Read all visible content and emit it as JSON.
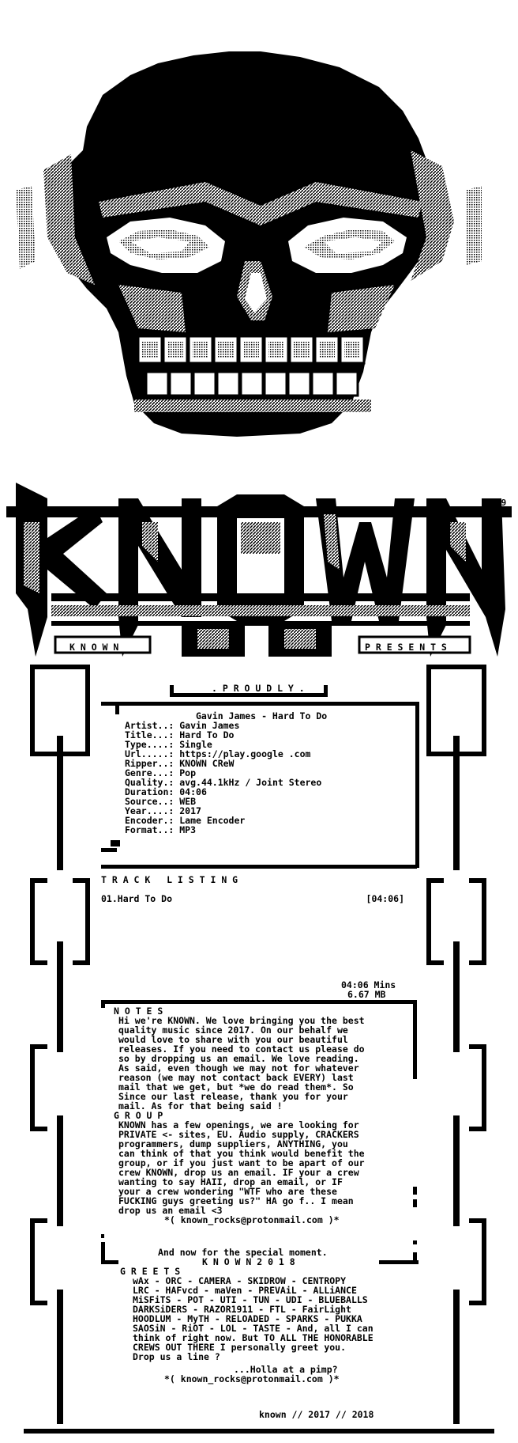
{
  "corner_number": "19",
  "logo": {
    "left_label": "K N O W N",
    "right_label": "P R E S E N T S"
  },
  "proudly": ". P R O U D L Y .",
  "release": {
    "heading": "Gavin James - Hard To Do",
    "fields": [
      {
        "k": "Artist..:",
        "v": "Gavin James"
      },
      {
        "k": "Title...:",
        "v": "Hard To Do"
      },
      {
        "k": "Type....:",
        "v": "Single"
      },
      {
        "k": "Url.....:",
        "v": "https://play.google .com"
      },
      {
        "k": "Ripper..:",
        "v": "KNOWN CReW"
      },
      {
        "k": "Genre...:",
        "v": "Pop"
      },
      {
        "k": "Quality.:",
        "v": "avg.44.1kHz / Joint Stereo"
      },
      {
        "k": "Duration:",
        "v": "04:06"
      },
      {
        "k": "Source..:",
        "v": "WEB"
      },
      {
        "k": "Year....:",
        "v": "2017"
      },
      {
        "k": "Encoder.:",
        "v": "Lame Encoder"
      },
      {
        "k": "Format..:",
        "v": "MP3"
      }
    ]
  },
  "tracklist": {
    "title": "T R A C K   L I S T I N G",
    "tracks": [
      {
        "name": "01.Hard To Do",
        "time": "[04:06]"
      }
    ],
    "total_time": "04:06 Mins",
    "total_size": "6.67 MB"
  },
  "notes": {
    "title": "N O T E S",
    "lines": [
      "Hi we're KNOWN. We love bringing you the best",
      "quality music since 2017. On our behalf we",
      "would love to share with you our beautiful",
      "releases. If you need to contact us please do",
      "so by dropping us an email. We love reading.",
      "As said, even though we may not for whatever",
      "reason (we may not contact back EVERY) last",
      "mail that we get, but *we do read them*. So",
      "Since our last release, thank you for your",
      "mail. As for that being said !"
    ]
  },
  "group": {
    "title": "G R O U P",
    "lines": [
      "KNOWN has a few openings, we are looking for",
      "PRIVATE <- sites, EU. Audio supply, CRACKERS",
      "programmers, dump suppliers, ANYTHING, you",
      "can think of that you think would benefit the",
      "group, or if you just want to be apart of our",
      "crew KNOWN, drop us an email. IF your a crew",
      "wanting to say HAII, drop an email, or IF",
      "your a crew wondering \"WTF who are these",
      "FUCKING guys greeting us?\" HA go f.. I mean",
      "drop us an email <3"
    ],
    "email": "*( known_rocks@protonmail.com )*"
  },
  "special": {
    "line": "And now for the special moment.",
    "known": "K N O W N 2 0 1 8"
  },
  "greets": {
    "title": "G R E E T S",
    "lines": [
      "wAx - ORC - CAMERA - SKIDROW - CENTROPY",
      "LRC - HAFvcd - maVen - PREVAiL - ALLiANCE",
      "MiSFiTS - POT - UTI - TUN - UDI - BLUEBALLS",
      "DARKSiDERS - RAZOR1911 - FTL - FairLight",
      "HOODLUM - MyTH - RELOADED - SPARKS - PUKKA",
      "SAOSiN - RiOT - LOL - TASTE - And, all I can",
      "think of right now. But TO ALL THE HONORABLE",
      "CREWS OUT THERE I personally greet you.",
      "Drop us a line ?"
    ],
    "holla": "...Holla at a pimp?",
    "email": "*( known_rocks@protonmail.com )*"
  },
  "footer": "known // 2017 // 2018"
}
